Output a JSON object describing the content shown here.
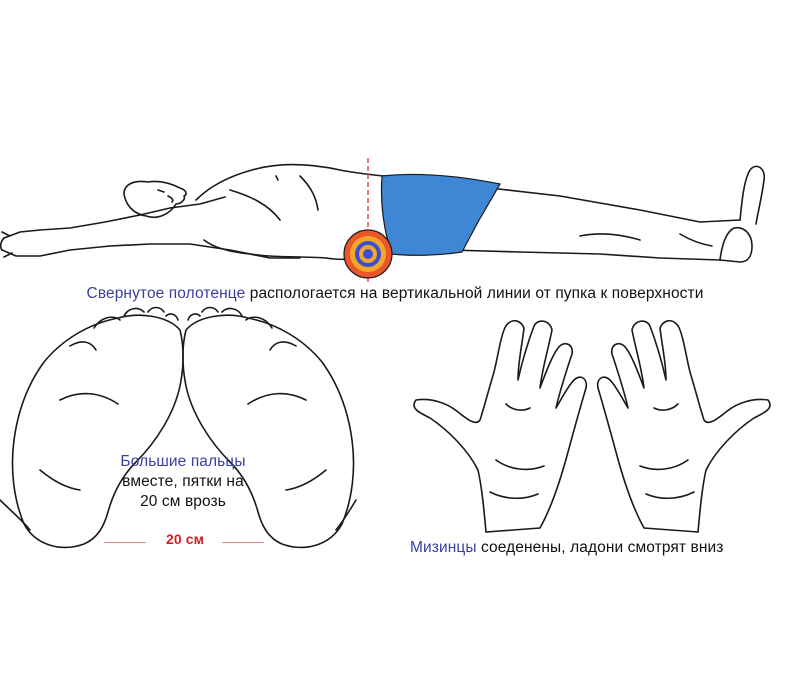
{
  "captions": {
    "towel_highlight": "Свернутое полотенце",
    "towel_rest": " распологается на вертикальной линии от пупка к поверхности",
    "feet_highlight": "Большие пальцы",
    "feet_line2": "вместе, пятки на",
    "feet_line3": "20 см врозь",
    "distance": "20 см",
    "hands_highlight": "Мизинцы",
    "hands_rest": " соеденены, ладони смотрят вниз"
  },
  "colors": {
    "highlight_text": "#3a3f9e",
    "distance_text": "#d21f27",
    "shorts_fill": "#3f86d4",
    "towel_outer": "#e9572a",
    "towel_mid": "#f4a62b",
    "towel_inner": "#3b4fd1",
    "marker_line": "#d04848",
    "outline": "#1a1a1a"
  }
}
